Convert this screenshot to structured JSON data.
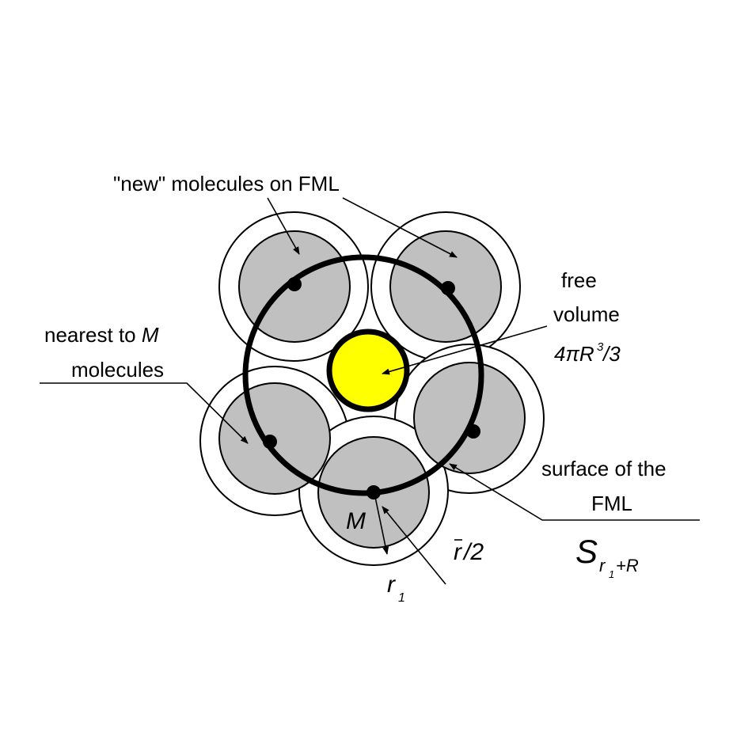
{
  "labels": {
    "new_molecules": "\"new\" molecules on FML",
    "free": "free",
    "volume": "volume",
    "formula_a": "4πR",
    "formula_exp": "3",
    "formula_b": "/3",
    "nearest_a": "nearest to ",
    "nearest_m": "M",
    "molecules": "molecules",
    "surface_line1": "surface of the",
    "surface_line2": "FML",
    "s_main": "S",
    "s_sub_r": "r",
    "s_sub_1": "1",
    "s_sub_plus": "+R",
    "m_label": "M",
    "rbar_r": "r",
    "rbar_half": "/2",
    "r1_r": "r",
    "r1_sub": "1"
  },
  "colors": {
    "molecule_fill": "#c0c0c0",
    "free_volume_fill": "#ffff00",
    "stroke": "#000000",
    "background": "#ffffff"
  }
}
